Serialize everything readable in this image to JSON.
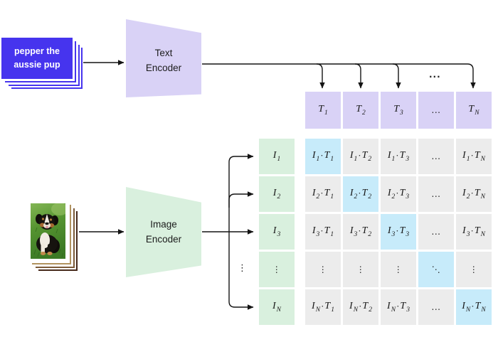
{
  "prompt_card": {
    "lines": [
      "pepper the",
      "aussie pup"
    ]
  },
  "text_encoder": {
    "lines": [
      "Text",
      "Encoder"
    ]
  },
  "image_encoder": {
    "lines": [
      "Image",
      "Encoder"
    ]
  },
  "top_ellipsis": "...",
  "branch_ellipsis": "⋮",
  "math": {
    "dot": "·"
  },
  "text_embeddings": [
    {
      "sym": "T",
      "sub": "1"
    },
    {
      "sym": "T",
      "sub": "2"
    },
    {
      "sym": "T",
      "sub": "3"
    },
    {
      "text": "..."
    },
    {
      "sym": "T",
      "sub": "N"
    }
  ],
  "image_embeddings": [
    {
      "sym": "I",
      "sub": "1"
    },
    {
      "sym": "I",
      "sub": "2"
    },
    {
      "sym": "I",
      "sub": "3"
    },
    {
      "text": "⋮"
    },
    {
      "sym": "I",
      "sub": "N"
    }
  ],
  "matrix_rows": [
    [
      {
        "a": "I",
        "as": "1",
        "b": "T",
        "bs": "1",
        "hl": true
      },
      {
        "a": "I",
        "as": "1",
        "b": "T",
        "bs": "2"
      },
      {
        "a": "I",
        "as": "1",
        "b": "T",
        "bs": "3"
      },
      {
        "text": "..."
      },
      {
        "a": "I",
        "as": "1",
        "b": "T",
        "bs": "N"
      }
    ],
    [
      {
        "a": "I",
        "as": "2",
        "b": "T",
        "bs": "1"
      },
      {
        "a": "I",
        "as": "2",
        "b": "T",
        "bs": "2",
        "hl": true
      },
      {
        "a": "I",
        "as": "2",
        "b": "T",
        "bs": "3"
      },
      {
        "text": "..."
      },
      {
        "a": "I",
        "as": "2",
        "b": "T",
        "bs": "N"
      }
    ],
    [
      {
        "a": "I",
        "as": "3",
        "b": "T",
        "bs": "1"
      },
      {
        "a": "I",
        "as": "3",
        "b": "T",
        "bs": "2"
      },
      {
        "a": "I",
        "as": "3",
        "b": "T",
        "bs": "3",
        "hl": true
      },
      {
        "text": "..."
      },
      {
        "a": "I",
        "as": "3",
        "b": "T",
        "bs": "N"
      }
    ],
    [
      {
        "text": "⋮"
      },
      {
        "text": "⋮"
      },
      {
        "text": "⋮"
      },
      {
        "text": "⋱",
        "hl": true
      },
      {
        "text": "⋮"
      }
    ],
    [
      {
        "a": "I",
        "as": "N",
        "b": "T",
        "bs": "1"
      },
      {
        "a": "I",
        "as": "N",
        "b": "T",
        "bs": "2"
      },
      {
        "a": "I",
        "as": "N",
        "b": "T",
        "bs": "3"
      },
      {
        "text": "..."
      },
      {
        "a": "I",
        "as": "N",
        "b": "T",
        "bs": "N",
        "hl": true
      }
    ]
  ],
  "colors": {
    "prompt_card_bg": "#4634ee",
    "text_branch_bg": "#d9d2f6",
    "image_branch_bg": "#d9f0de",
    "matrix_cell_bg": "#ececec",
    "diagonal_highlight_bg": "#c7ebfa",
    "arrow_color": "#141414"
  }
}
